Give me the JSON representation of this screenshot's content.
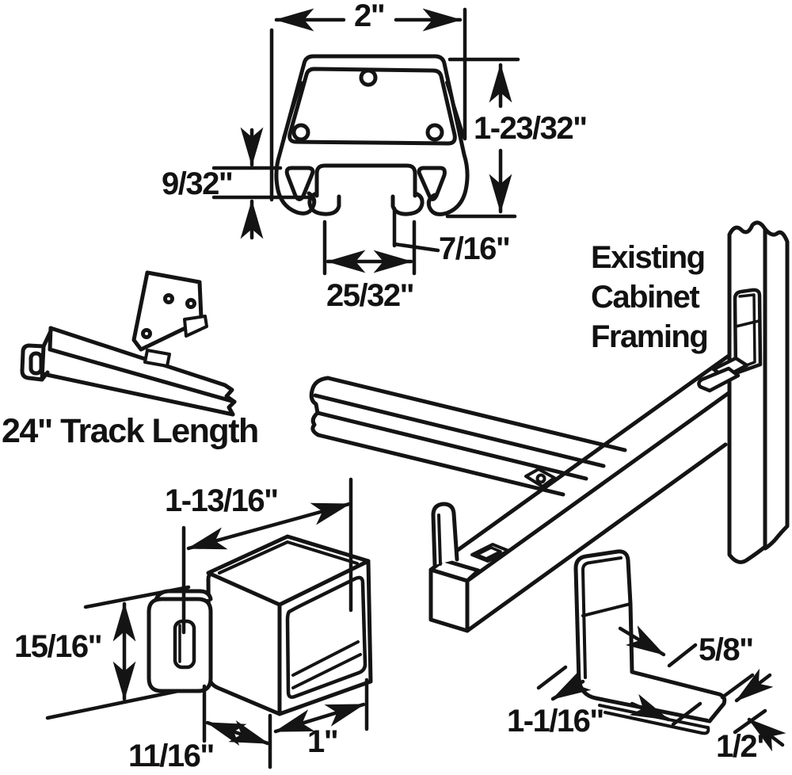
{
  "figure": {
    "type": "technical-illustration",
    "background": "#ffffff",
    "line_color": "#141414"
  },
  "labels": {
    "track_length": "24\" Track Length",
    "cabinet_framing": "Existing\nCabinet\nFraming"
  },
  "cross_section": {
    "top_width": "2\"",
    "height": "1-23/32\"",
    "lip_offset": "9/32\"",
    "lip_width": "7/16\"",
    "channel_width": "25/32\""
  },
  "rear_socket": {
    "diagonal_width": "1-13/16\"",
    "height": "15/16\"",
    "depth": "11/16\"",
    "width": "1\""
  },
  "corner_bracket": {
    "flange": "5/8\"",
    "base_length": "1-1/16\"",
    "base_width": "1/2\""
  }
}
